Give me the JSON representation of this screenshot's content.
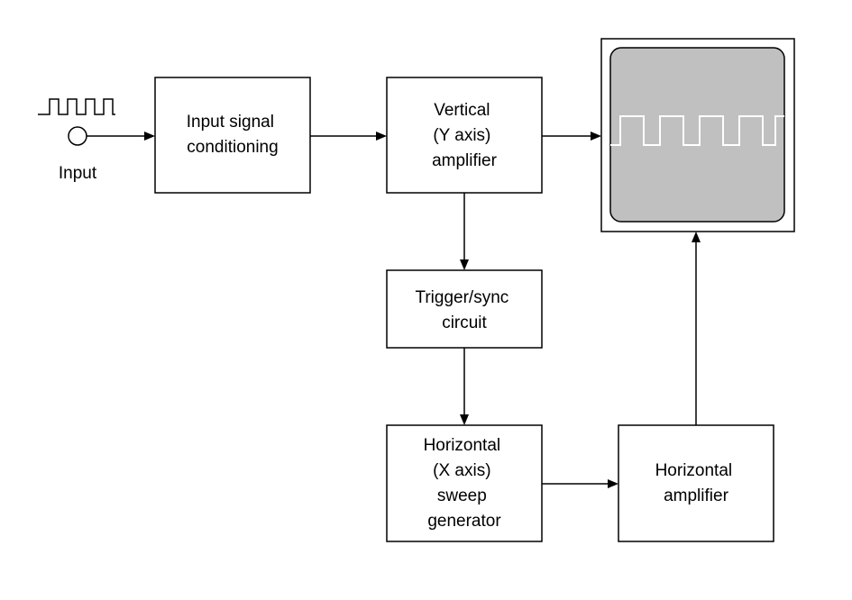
{
  "input": {
    "label": "Input"
  },
  "blocks": {
    "conditioning": {
      "lines": [
        "Input signal",
        "conditioning"
      ]
    },
    "vertical_amp": {
      "lines": [
        "Vertical",
        "(Y axis)",
        "amplifier"
      ]
    },
    "trigger": {
      "lines": [
        "Trigger/sync",
        "circuit"
      ]
    },
    "sweep": {
      "lines": [
        "Horizontal",
        "(X axis)",
        "sweep",
        "generator"
      ]
    },
    "horizontal_amp": {
      "lines": [
        "Horizontal",
        "amplifier"
      ]
    }
  },
  "display": {
    "screen_color": "#c0c0c0",
    "trace_color": "#ffffff"
  }
}
